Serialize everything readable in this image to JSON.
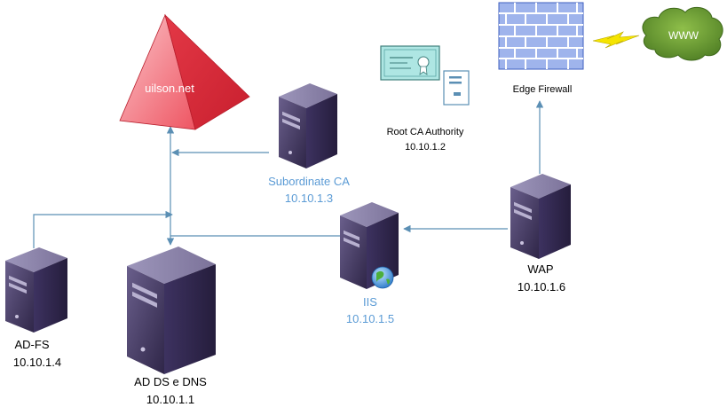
{
  "domain_label": "uilson.net",
  "nodes": {
    "subordinate_ca": {
      "name": "Subordinate CA",
      "ip": "10.10.1.3"
    },
    "root_ca": {
      "name": "Root CA Authority",
      "ip": "10.10.1.2"
    },
    "edge_firewall": {
      "name": "Edge Firewall"
    },
    "www": {
      "name": "WWW"
    },
    "iis": {
      "name": "IIS",
      "ip": "10.10.1.5"
    },
    "wap": {
      "name": "WAP",
      "ip": "10.10.1.6"
    },
    "adfs": {
      "name": "AD-FS",
      "ip": "10.10.1.4"
    },
    "adds": {
      "name": "AD DS e DNS",
      "ip": "10.10.1.1"
    }
  },
  "colors": {
    "connector": "#5b8fb4",
    "label_blue": "#5b9bd5",
    "label_dark": "#000000",
    "server_dark": "#3a2f55",
    "server_mid": "#5a4d7e",
    "server_light": "#8f86ad",
    "pyramid": "#e23b4a",
    "pyramid_light": "#f7a3ab",
    "firewall_brick": "#6e8ee0",
    "cloud": "#5f8f2c",
    "lightning": "#f5e400"
  }
}
